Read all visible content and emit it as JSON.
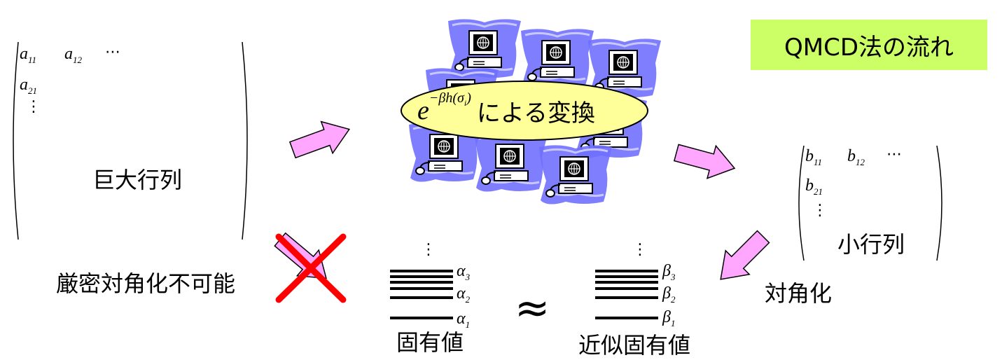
{
  "title": "QMCD法の流れ",
  "large_matrix": {
    "e11_base": "a",
    "e11_sub": "11",
    "e12_base": "a",
    "e12_sub": "12",
    "e21_base": "a",
    "e21_sub": "21",
    "hdots": "⋯",
    "vdots": "⋮",
    "label": "巨大行列"
  },
  "transform": {
    "exp_base": "e",
    "exp_power": "−βh(σ",
    "exp_sub": "i",
    "exp_close": ")",
    "suffix": "による変換"
  },
  "small_matrix": {
    "e11_base": "b",
    "e11_sub": "11",
    "e12_base": "b",
    "e12_sub": "12",
    "e21_base": "b",
    "e21_sub": "21",
    "hdots": "⋯",
    "vdots": "⋮",
    "label": "小行列"
  },
  "exact_diag_label": "厳密対角化不可能",
  "diag_label": "対角化",
  "eigenvalues": {
    "vdots": "⋮",
    "levels": [
      {
        "base": "α",
        "sub": "3"
      },
      {
        "base": "α",
        "sub": "2"
      },
      {
        "base": "α",
        "sub": "1"
      }
    ],
    "label": "固有値"
  },
  "approx_symbol": "≈",
  "approx_eigenvalues": {
    "vdots": "⋮",
    "levels": [
      {
        "base": "β",
        "sub": "3"
      },
      {
        "base": "β",
        "sub": "2"
      },
      {
        "base": "β",
        "sub": "1"
      }
    ],
    "label": "近似固有値"
  },
  "colors": {
    "title_bg": "#ccff66",
    "arrow_fill": "#ffa6ff",
    "ellipse_fill": "#ffff99",
    "cross": "#ff0000",
    "computer_bg": "#7070ff"
  },
  "icons": [
    "computer-icon",
    "cross-mark-icon",
    "arrow-right-icon"
  ]
}
